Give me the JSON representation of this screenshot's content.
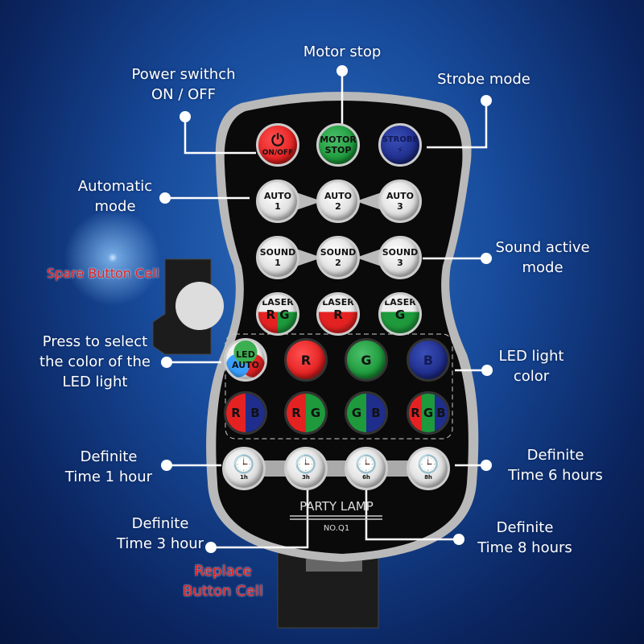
{
  "colors": {
    "red": "#e52222",
    "green": "#1e9a3c",
    "blue": "#1f2e8c",
    "body": "#0a0a0a",
    "rim": "#b9b9b9",
    "annotation_red": "#e02020"
  },
  "annotations": {
    "motor_stop": "Motor stop",
    "power": [
      "Power swithch",
      "ON / OFF"
    ],
    "strobe": "Strobe mode",
    "automatic": [
      "Automatic",
      "mode"
    ],
    "sound": [
      "Sound active",
      "mode"
    ],
    "spare": "Spare Button Cell",
    "press": [
      "Press to select",
      "the color of the",
      "LED light"
    ],
    "led_color": [
      "LED light",
      "color"
    ],
    "t1": [
      "Definite",
      "Time 1 hour"
    ],
    "t6": [
      "Definite",
      "Time 6 hours"
    ],
    "t3": [
      "Definite",
      "Time 3 hour"
    ],
    "t8": [
      "Definite",
      "Time 8 hours"
    ],
    "replace": [
      "Replace",
      "Button Cell"
    ]
  },
  "remote": {
    "row1": [
      {
        "top": "",
        "bottom": "ON/OFF",
        "icon": "power-icon"
      },
      {
        "top": "MOTOR",
        "bottom": "STOP"
      },
      {
        "top": "STROBE",
        "bottom": "⚡"
      }
    ],
    "auto": [
      [
        "AUTO",
        "1"
      ],
      [
        "AUTO",
        "2"
      ],
      [
        "AUTO",
        "3"
      ]
    ],
    "sound": [
      [
        "SOUND",
        "1"
      ],
      [
        "SOUND",
        "2"
      ],
      [
        "SOUND",
        "3"
      ]
    ],
    "laser": {
      "label": "LASER",
      "buttons": [
        [
          "R",
          "G"
        ],
        [
          "R"
        ],
        [
          "G"
        ]
      ]
    },
    "led_auto": [
      "LED",
      "AUTO"
    ],
    "colors1": [
      "R",
      "G",
      "B"
    ],
    "colors2": [
      [
        "R",
        "B"
      ],
      [
        "R",
        "G"
      ],
      [
        "G",
        "B"
      ],
      [
        "R",
        "G",
        "B"
      ]
    ],
    "timers": [
      "1h",
      "3h",
      "6h",
      "8h"
    ],
    "brand": "PARTY LAMP",
    "model": "NO.Q1"
  }
}
